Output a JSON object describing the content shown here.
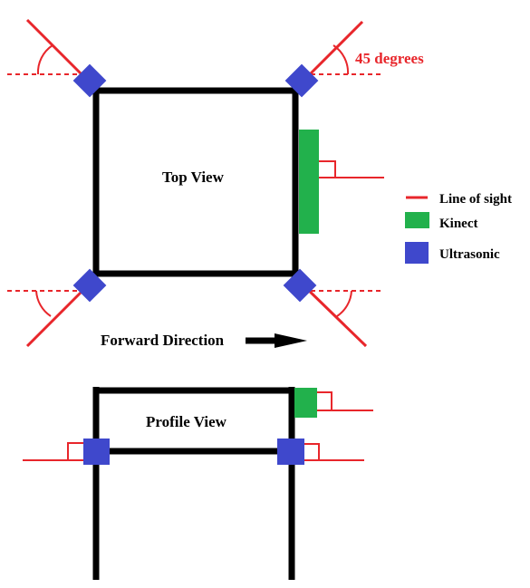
{
  "top_view": {
    "title": "Top View",
    "angle_label": "45 degrees",
    "direction_label": "Forward Direction"
  },
  "profile_view": {
    "title": "Profile View"
  },
  "legend": {
    "items": [
      {
        "label": "Line of sight",
        "swatch": "line",
        "color": "#e8262b"
      },
      {
        "label": "Kinect",
        "swatch": "box",
        "color": "#22b14c"
      },
      {
        "label": "Ultrasonic",
        "swatch": "box",
        "color": "#3f48cc"
      }
    ]
  },
  "colors": {
    "frame": "#000000",
    "line_of_sight": "#e8262b",
    "kinect": "#22b14c",
    "ultrasonic": "#3f48cc"
  }
}
